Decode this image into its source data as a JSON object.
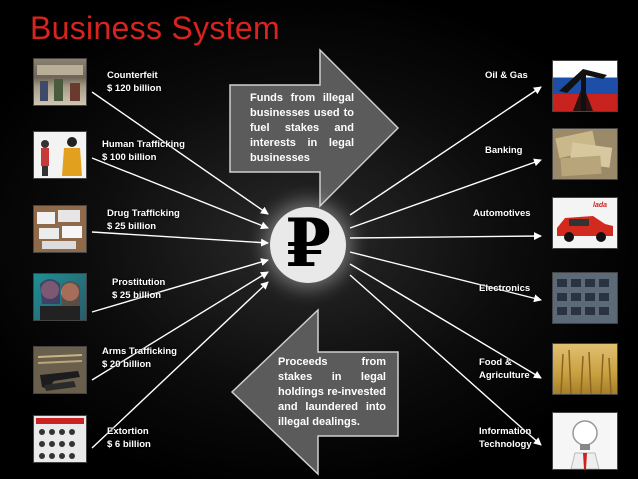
{
  "title": "Business System",
  "center_symbol": "₽",
  "left_items": [
    {
      "name": "Counterfeit",
      "value": "$ 120 billion",
      "icon": "counterfeit-goods-icon"
    },
    {
      "name": "Human Trafficking",
      "value": "$ 100 billion",
      "icon": "human-trafficking-icon"
    },
    {
      "name": "Drug Trafficking",
      "value": "$ 25 billion",
      "icon": "drug-packages-icon"
    },
    {
      "name": "Prostitution",
      "value": "$ 25 billion",
      "icon": "prostitution-icon"
    },
    {
      "name": "Arms Trafficking",
      "value": "$ 20 billion",
      "icon": "weapons-icon"
    },
    {
      "name": "Extortion",
      "value": "$ 6 billion",
      "icon": "extortion-mugshots-icon"
    }
  ],
  "right_items": [
    {
      "line1": "Oil & Gas",
      "line2": "",
      "icon": "oil-pump-russian-flag-icon"
    },
    {
      "line1": "Banking",
      "line2": "",
      "icon": "banknotes-icon"
    },
    {
      "line1": "Automotives",
      "line2": "",
      "icon": "lada-car-icon"
    },
    {
      "line1": "Electronics",
      "line2": "",
      "icon": "circuit-board-icon"
    },
    {
      "line1": "Food &",
      "line2": "Agriculture",
      "icon": "wheat-field-icon"
    },
    {
      "line1": "Information",
      "line2": "Technology",
      "icon": "lightbulb-head-icon"
    }
  ],
  "callouts": {
    "top": "Funds from illegal businesses used to fuel stakes and interests in legal businesses",
    "bottom": "Proceeds from stakes in legal holdings re-invested and laundered into illegal dealings."
  },
  "colors": {
    "title": "#d8231f",
    "arrow_fill": "#5b5b5b",
    "background": "#000000",
    "center": "#e9e9e9"
  }
}
